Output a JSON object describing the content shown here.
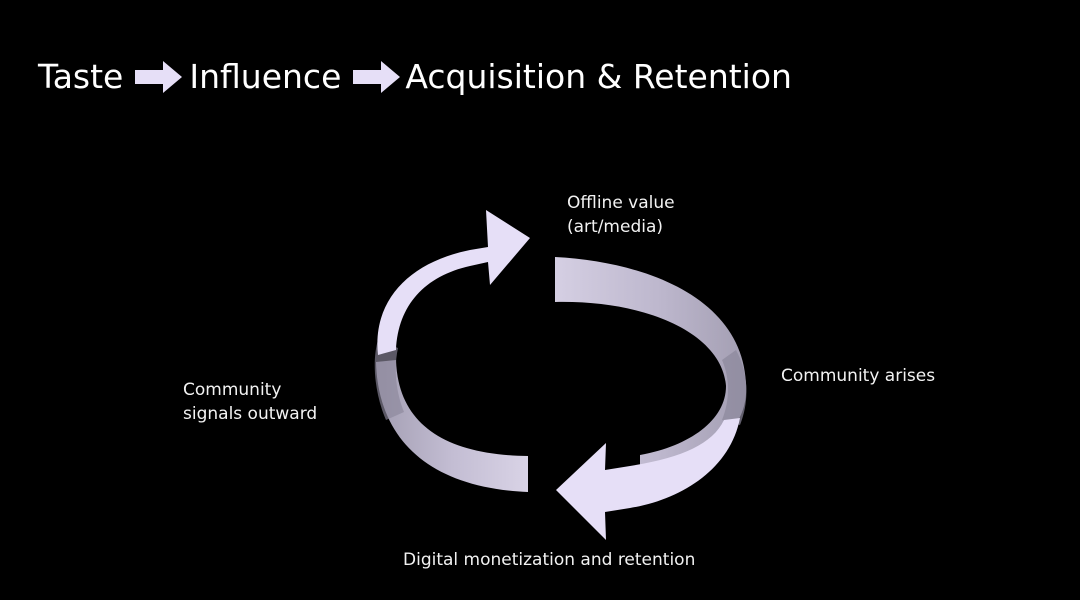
{
  "title": {
    "words": [
      "Taste",
      "Influence",
      "Acquisition & Retention"
    ]
  },
  "cycle": {
    "nodes": {
      "top": [
        "Offline value",
        "(art/media)"
      ],
      "right": "Community arises",
      "bottom": "Digital monetization and retention",
      "left": [
        "Community",
        "signals outward"
      ]
    }
  },
  "colors": {
    "background": "#000000",
    "text": "#ffffff",
    "arrow_light": "#e6dff7",
    "arrow_shade": "#b9b3c9",
    "arrow_dark": "#8c879b"
  },
  "icons": [
    "right-arrow-icon",
    "curved-arrow-icon"
  ]
}
